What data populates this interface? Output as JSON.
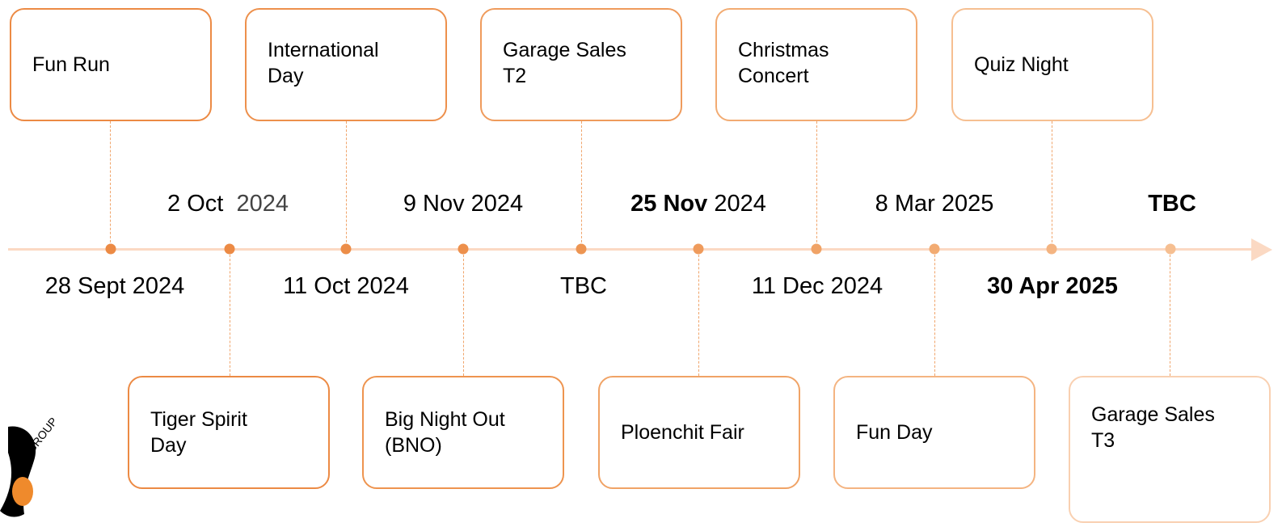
{
  "colors": {
    "accent": "#ef9750",
    "axis": "#fbd9c3",
    "connector": "#f0a46a"
  },
  "events": [
    {
      "name": "Fun Run",
      "date_bold": "",
      "date_rest": "28 Sept 2024"
    },
    {
      "name": "Tiger Spirit\nDay",
      "date_bold": "",
      "date_rest": ""
    },
    {
      "name": "International\nDay",
      "date_bold": "",
      "date_rest": "11 Oct 2024"
    },
    {
      "name": "Big Night Out\n(BNO)",
      "date_bold": "",
      "date_rest": "9 Nov 2024"
    },
    {
      "name": "Garage Sales\nT2",
      "date_bold": "",
      "date_rest": "TBC"
    },
    {
      "name": "Ploenchit Fair",
      "date_bold": "25 Nov",
      "date_rest": " 2024"
    },
    {
      "name": "Christmas\nConcert",
      "date_bold": "",
      "date_rest": "11 Dec 2024"
    },
    {
      "name": "Fun Day",
      "date_bold": "",
      "date_rest": "8 Mar 2025"
    },
    {
      "name": "Quiz Night",
      "date_bold": "30 Apr 2025",
      "date_rest": ""
    },
    {
      "name": "Garage Sales\nT3",
      "date_bold": "TBC",
      "date_rest": ""
    }
  ],
  "tiger_day_date": {
    "day": "2 Oct",
    "year": "2024"
  },
  "logo": {
    "text": "P GROUP",
    "icon": "tiger-paw-logo-icon"
  }
}
